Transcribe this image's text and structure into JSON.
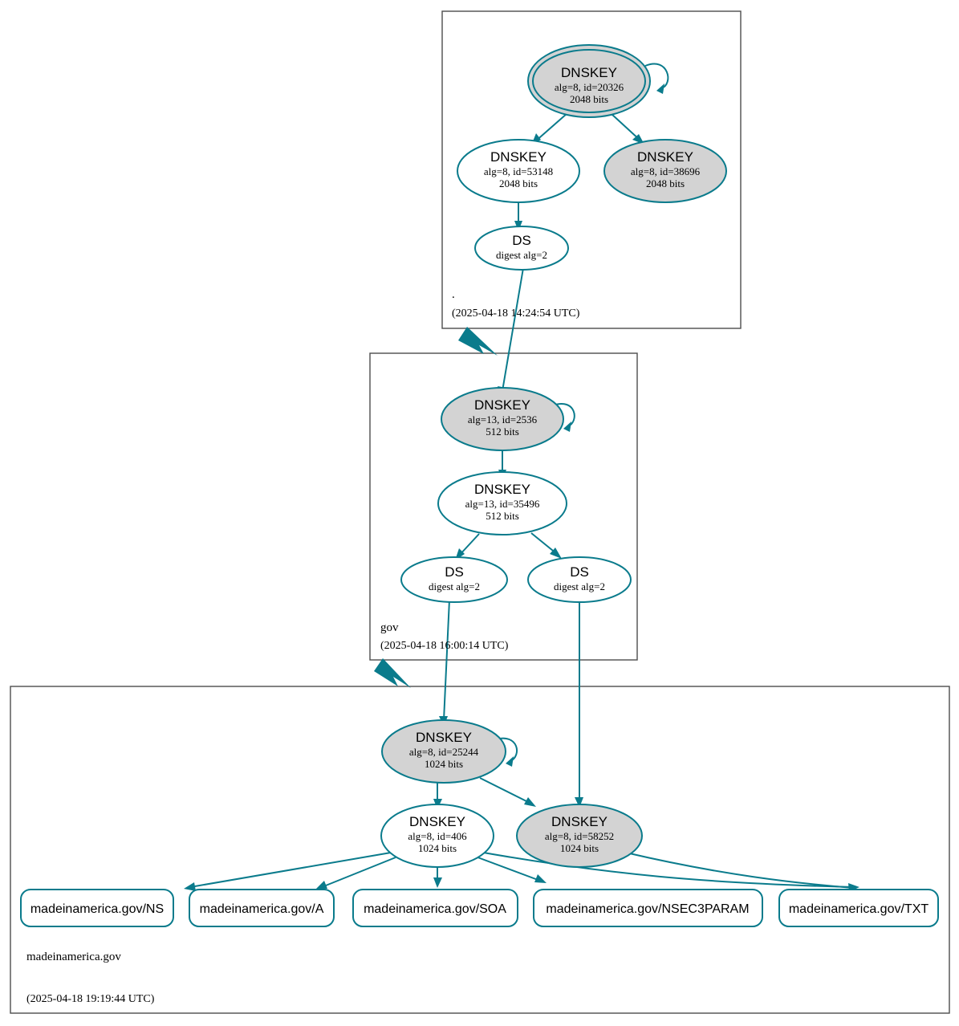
{
  "diagram": {
    "title": "DNSSEC authentication chain for madeinamerica.gov",
    "colors": {
      "accent": "#0a7b8c",
      "secure_key_fill": "#d3d3d3",
      "plain_fill": "#ffffff",
      "zone_border": "#4d4d4d"
    }
  },
  "zones": [
    {
      "id": "root",
      "label": ".",
      "timestamp": "(2025-04-18 14:24:54 UTC)",
      "nodes": [
        {
          "id": "root-ksk-20326",
          "type": "DNSKEY",
          "title": "DNSKEY",
          "line2": "alg=8, id=20326",
          "line3": "2048 bits",
          "alg": 8,
          "key_id": 20326,
          "bits": 2048,
          "shaded": true,
          "trust_anchor": true
        },
        {
          "id": "root-zsk-53148",
          "type": "DNSKEY",
          "title": "DNSKEY",
          "line2": "alg=8, id=53148",
          "line3": "2048 bits",
          "alg": 8,
          "key_id": 53148,
          "bits": 2048,
          "shaded": false,
          "trust_anchor": false
        },
        {
          "id": "root-key-38696",
          "type": "DNSKEY",
          "title": "DNSKEY",
          "line2": "alg=8, id=38696",
          "line3": "2048 bits",
          "alg": 8,
          "key_id": 38696,
          "bits": 2048,
          "shaded": true,
          "trust_anchor": false
        },
        {
          "id": "root-ds-1",
          "type": "DS",
          "title": "DS",
          "line2": "digest alg=2",
          "line3": "",
          "digest_alg": 2,
          "shaded": false,
          "trust_anchor": false
        }
      ]
    },
    {
      "id": "gov",
      "label": "gov",
      "timestamp": "(2025-04-18 16:00:14 UTC)",
      "nodes": [
        {
          "id": "gov-ksk-2536",
          "type": "DNSKEY",
          "title": "DNSKEY",
          "line2": "alg=13, id=2536",
          "line3": "512 bits",
          "alg": 13,
          "key_id": 2536,
          "bits": 512,
          "shaded": true,
          "trust_anchor": false
        },
        {
          "id": "gov-zsk-35496",
          "type": "DNSKEY",
          "title": "DNSKEY",
          "line2": "alg=13, id=35496",
          "line3": "512 bits",
          "alg": 13,
          "key_id": 35496,
          "bits": 512,
          "shaded": false,
          "trust_anchor": false
        },
        {
          "id": "gov-ds-left",
          "type": "DS",
          "title": "DS",
          "line2": "digest alg=2",
          "line3": "",
          "digest_alg": 2,
          "shaded": false,
          "trust_anchor": false
        },
        {
          "id": "gov-ds-right",
          "type": "DS",
          "title": "DS",
          "line2": "digest alg=2",
          "line3": "",
          "digest_alg": 2,
          "shaded": false,
          "trust_anchor": false
        }
      ]
    },
    {
      "id": "madeinamerica",
      "label": "madeinamerica.gov",
      "timestamp": "(2025-04-18 19:19:44 UTC)",
      "nodes": [
        {
          "id": "mia-ksk-25244",
          "type": "DNSKEY",
          "title": "DNSKEY",
          "line2": "alg=8, id=25244",
          "line3": "1024 bits",
          "alg": 8,
          "key_id": 25244,
          "bits": 1024,
          "shaded": true,
          "trust_anchor": false
        },
        {
          "id": "mia-zsk-406",
          "type": "DNSKEY",
          "title": "DNSKEY",
          "line2": "alg=8, id=406",
          "line3": "1024 bits",
          "alg": 8,
          "key_id": 406,
          "bits": 1024,
          "shaded": false,
          "trust_anchor": false
        },
        {
          "id": "mia-key-58252",
          "type": "DNSKEY",
          "title": "DNSKEY",
          "line2": "alg=8, id=58252",
          "line3": "1024 bits",
          "alg": 8,
          "key_id": 58252,
          "bits": 1024,
          "shaded": true,
          "trust_anchor": false
        }
      ],
      "rrsets": [
        {
          "id": "rr-ns",
          "label": "madeinamerica.gov/NS"
        },
        {
          "id": "rr-a",
          "label": "madeinamerica.gov/A"
        },
        {
          "id": "rr-soa",
          "label": "madeinamerica.gov/SOA"
        },
        {
          "id": "rr-nsec3param",
          "label": "madeinamerica.gov/NSEC3PARAM"
        },
        {
          "id": "rr-txt",
          "label": "madeinamerica.gov/TXT"
        }
      ]
    }
  ]
}
